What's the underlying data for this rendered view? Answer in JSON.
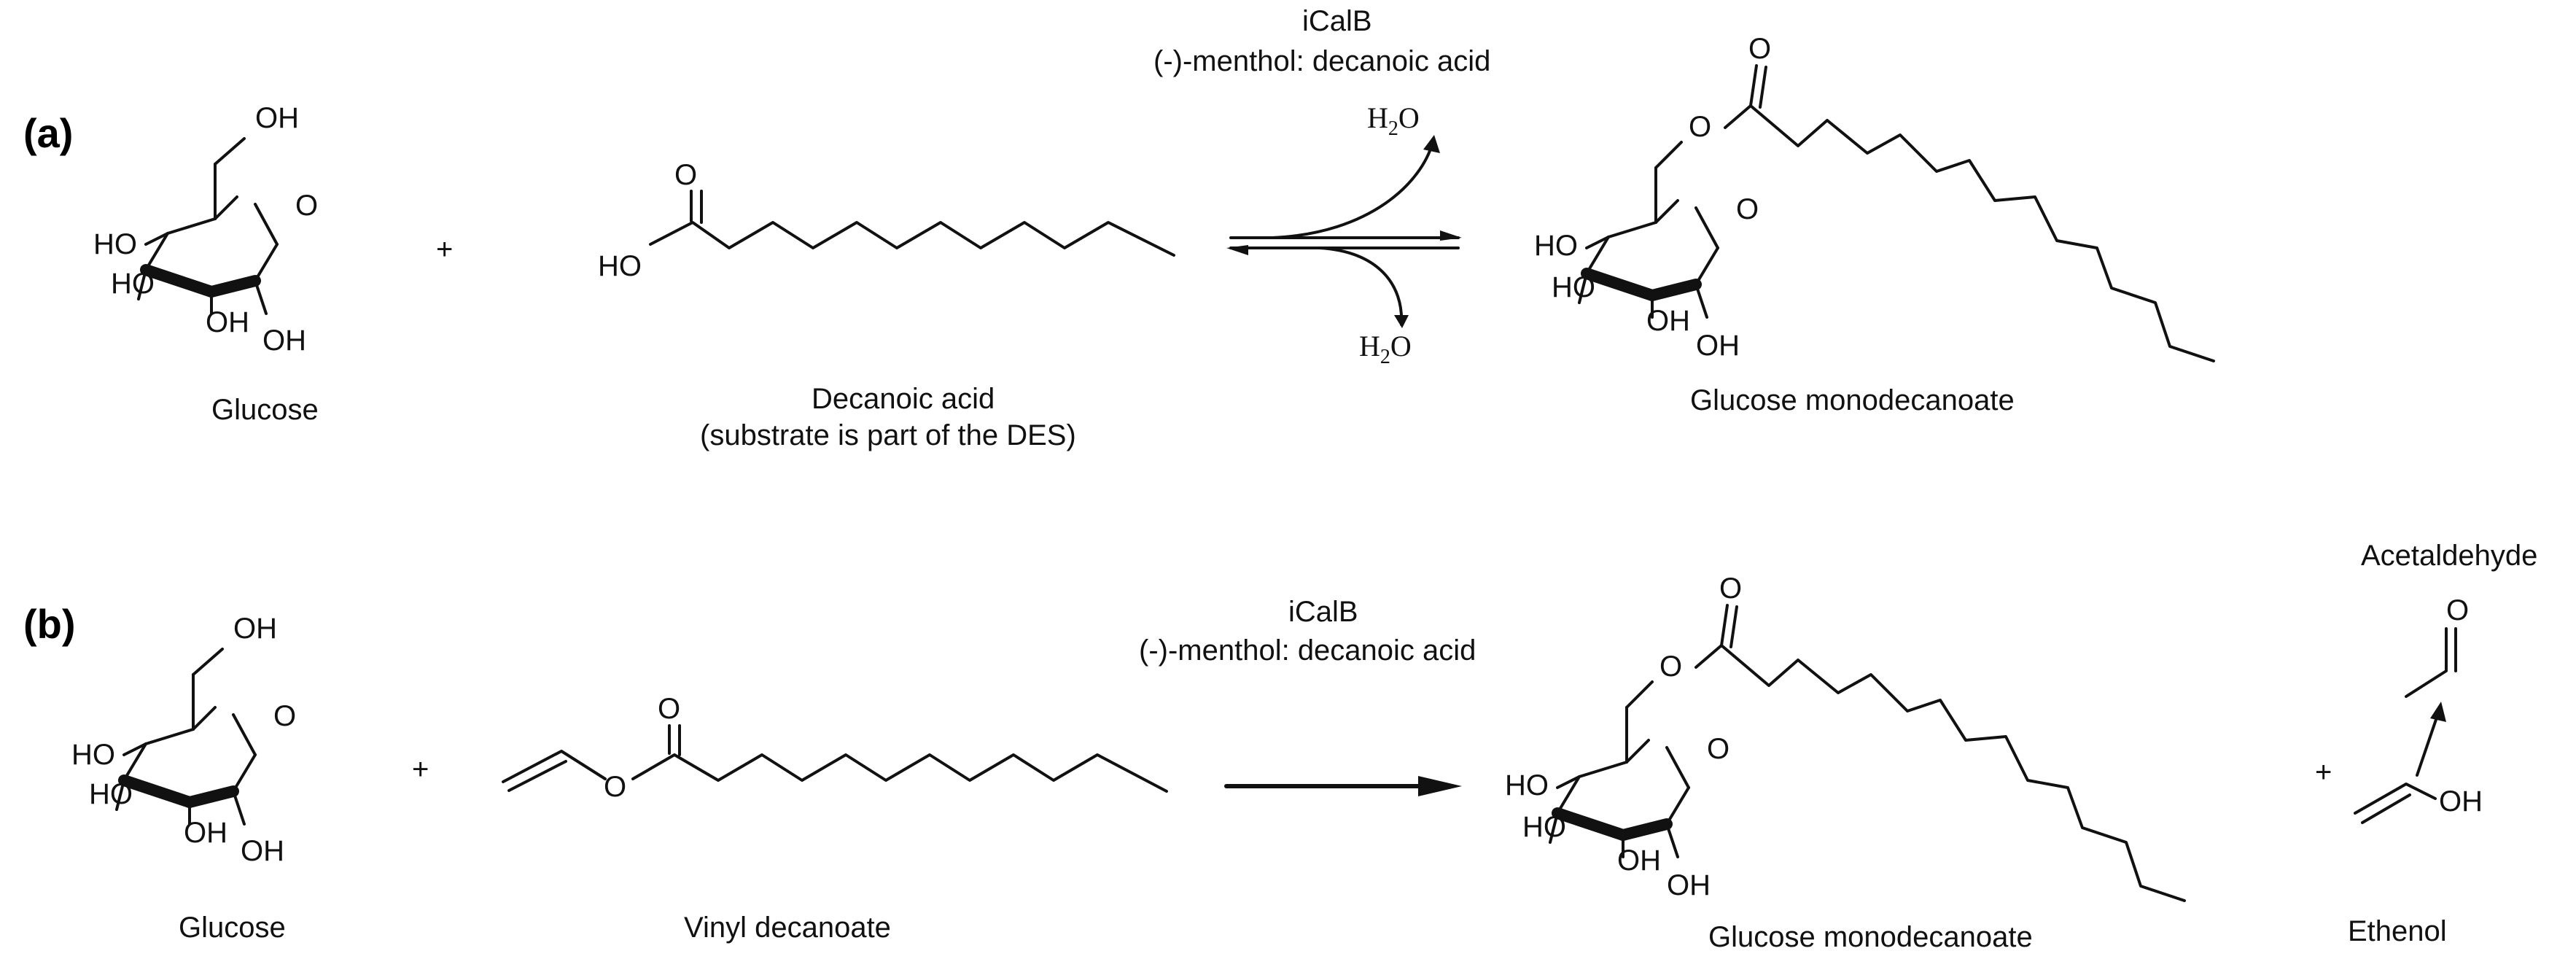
{
  "panels": {
    "a": {
      "label": "(a)",
      "reactant1": "Glucose",
      "plus": "+",
      "reactant2_line1": "Decanoic acid",
      "reactant2_line2": "(substrate is part of the DES)",
      "catalyst": "iCalB",
      "solvent": "(-)-menthol: decanoic acid",
      "byproduct_out": "H2O",
      "byproduct_in": "H2O",
      "product": "Glucose monodecanoate"
    },
    "b": {
      "label": "(b)",
      "reactant1": "Glucose",
      "plus": "+",
      "reactant2": "Vinyl decanoate",
      "catalyst": "iCalB",
      "solvent": "(-)-menthol: decanoic acid",
      "product": "Glucose monodecanoate",
      "plus2": "+",
      "byproduct1": "Acetaldehyde",
      "byproduct2": "Ethenol"
    }
  },
  "atoms": {
    "oh": "OH",
    "ho": "HO",
    "o": "O"
  }
}
